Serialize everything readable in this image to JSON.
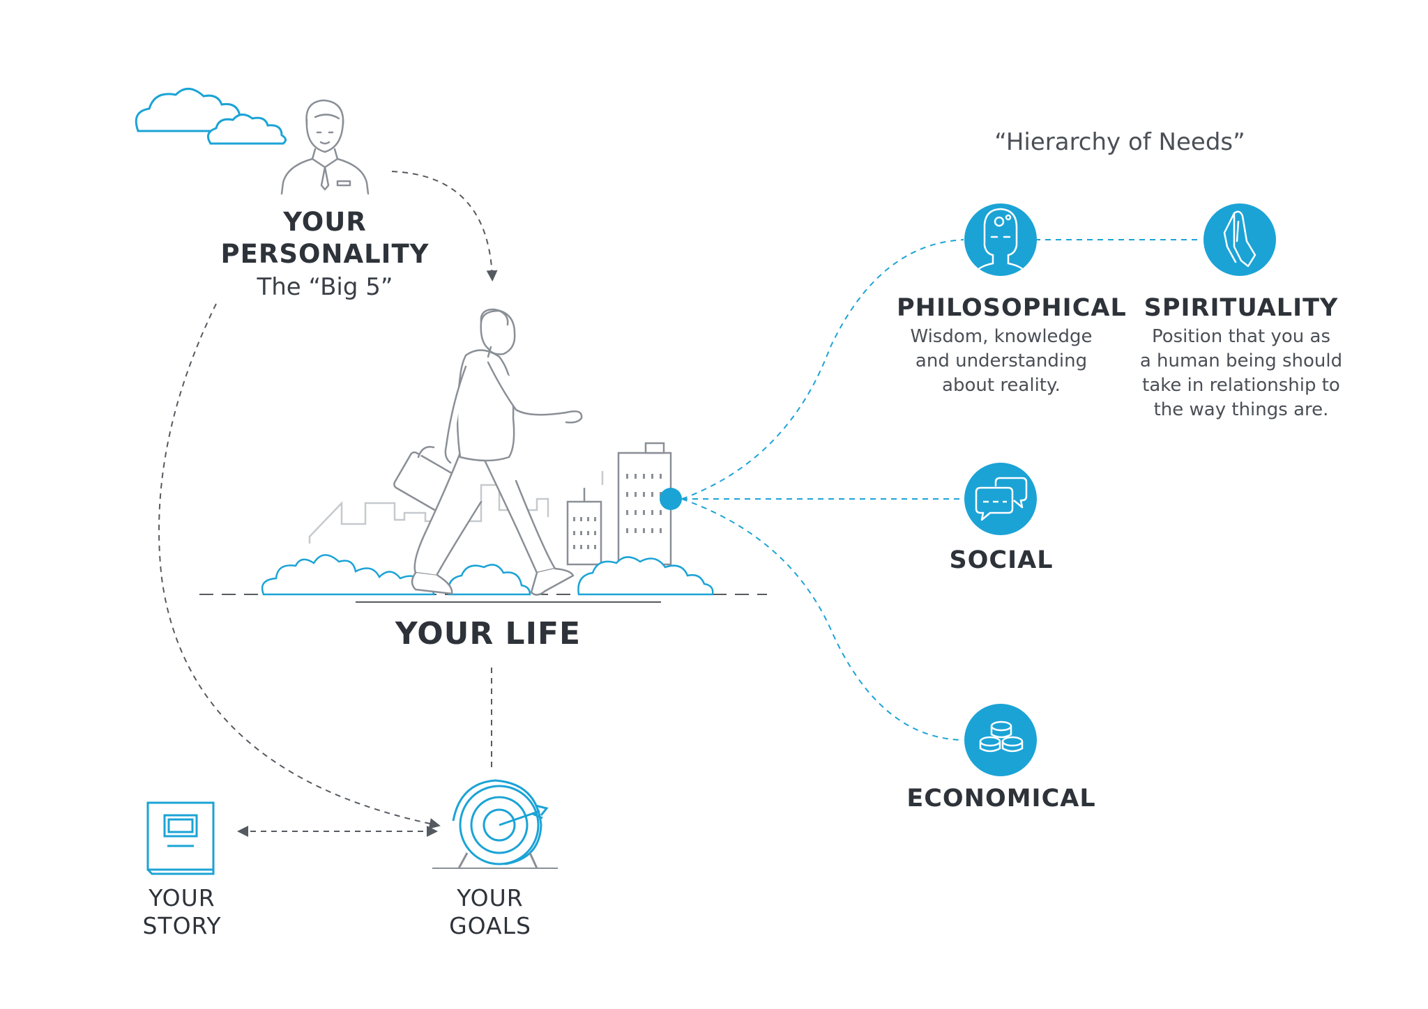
{
  "colors": {
    "accent": "#1ba3d6",
    "line_art": "#8a8f96",
    "text": "#2e333a"
  },
  "personality": {
    "title_line1": "YOUR",
    "title_line2": "PERSONALITY",
    "subtitle": "The “Big 5”"
  },
  "life": {
    "title": "YOUR LIFE"
  },
  "story": {
    "line1": "YOUR",
    "line2": "STORY"
  },
  "goals": {
    "line1": "YOUR",
    "line2": "GOALS"
  },
  "hierarchy": {
    "title": "“Hierarchy of Needs”",
    "philosophical": {
      "title": "PHILOSOPHICAL",
      "lines": [
        "Wisdom, knowledge",
        "and understanding",
        "about reality."
      ]
    },
    "spirituality": {
      "title": "SPIRITUALITY",
      "lines": [
        "Position that you as",
        "a human being should",
        "take in relationship to",
        "the way things are."
      ]
    },
    "social": {
      "title": "SOCIAL"
    },
    "economical": {
      "title": "ECONOMICAL"
    }
  },
  "icons": [
    "cloud-icon",
    "businessman-icon",
    "walking-man-icon",
    "city-buildings-icon",
    "target-icon",
    "book-icon",
    "head-gears-icon",
    "praying-hands-icon",
    "speech-bubbles-icon",
    "coins-icon"
  ]
}
